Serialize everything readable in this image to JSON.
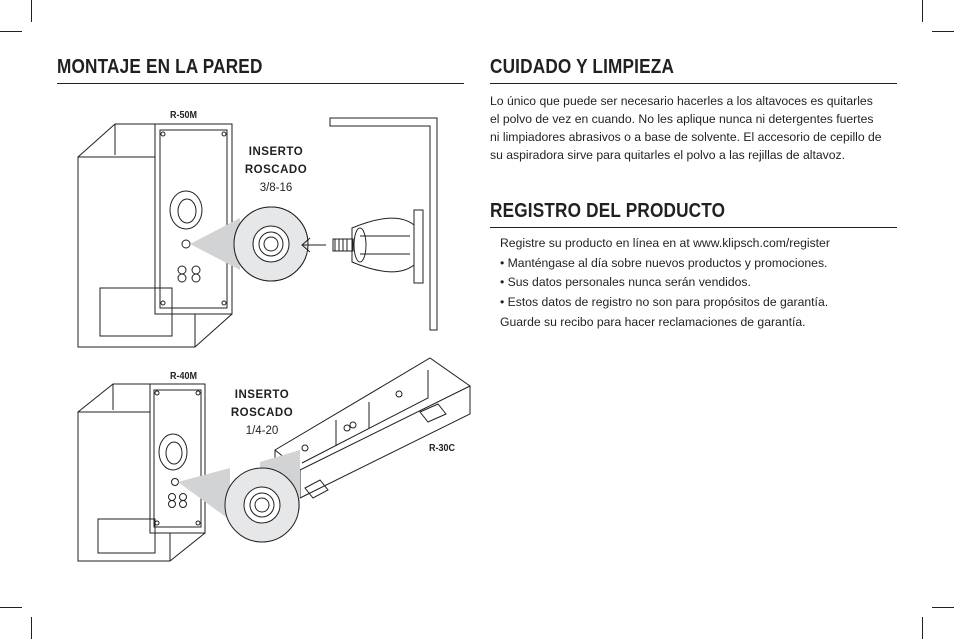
{
  "left": {
    "heading": "MONTAJE EN LA PARED",
    "models": {
      "top": "R-50M",
      "bottom": "R-40M",
      "center": "R-30C"
    },
    "insert_top": {
      "line1": "INSERTO",
      "line2": "ROSCADO",
      "size": "3/8-16"
    },
    "insert_bottom": {
      "line1": "INSERTO",
      "line2": "ROSCADO",
      "size": "1/4-20"
    }
  },
  "care": {
    "heading": "CUIDADO Y LIMPIEZA",
    "lines": [
      "Lo único que puede ser necesario hacerles a los altavoces es quitarles",
      "el polvo de vez en cuando. No les aplique nunca ni detergentes fuertes",
      "ni limpiadores abrasivos o a base de solvente. El accesorio de cepillo de",
      "su aspiradora sirve para quitarles el polvo a las rejillas de altavoz."
    ]
  },
  "registration": {
    "heading": "REGISTRO DEL PRODUCTO",
    "lines": [
      "Registre su producto en línea en at www.klipsch.com/register",
      "• Manténgase al día sobre nuevos productos y promociones.",
      "• Sus datos personales nunca serán vendidos.",
      "• Estos datos de registro no son para propósitos de garantía.",
      "Guarde su recibo para hacer reclamaciones de garantía."
    ]
  }
}
